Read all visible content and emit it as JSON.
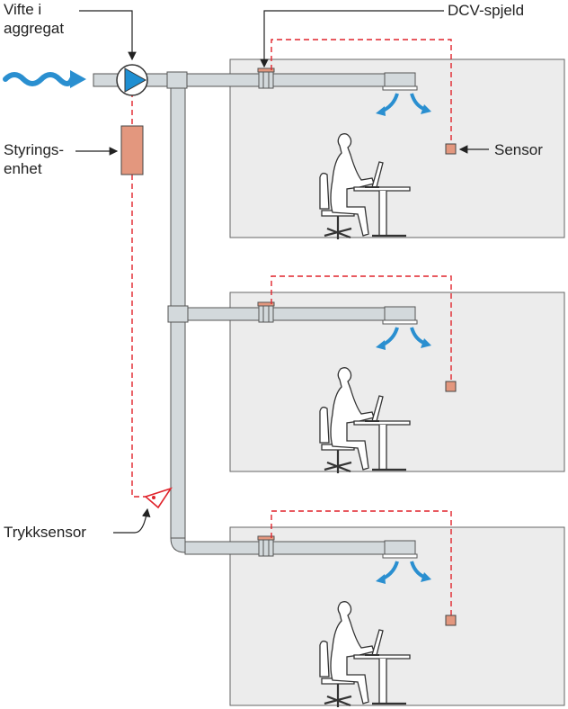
{
  "labels": {
    "fan_line1": "Vifte i",
    "fan_line2": "aggregat",
    "damper": "DCV-spjeld",
    "sensor": "Sensor",
    "control_line1": "Styrings-",
    "control_line2": "enhet",
    "pressure_sensor": "Trykksensor"
  },
  "colors": {
    "room_fill": "#ececec",
    "duct_fill": "#d3d9dc",
    "signal_line": "#e0232b",
    "air_arrow": "#2a8fd0",
    "device_fill": "#e3977e",
    "pump_fill": "#1f8fd2"
  },
  "icons": {
    "fan": "circulation-pump-icon",
    "person": "person-at-desk-icon",
    "air_in": "wavy-air-arrow-icon",
    "air_out": "curved-air-arrow-icon"
  }
}
